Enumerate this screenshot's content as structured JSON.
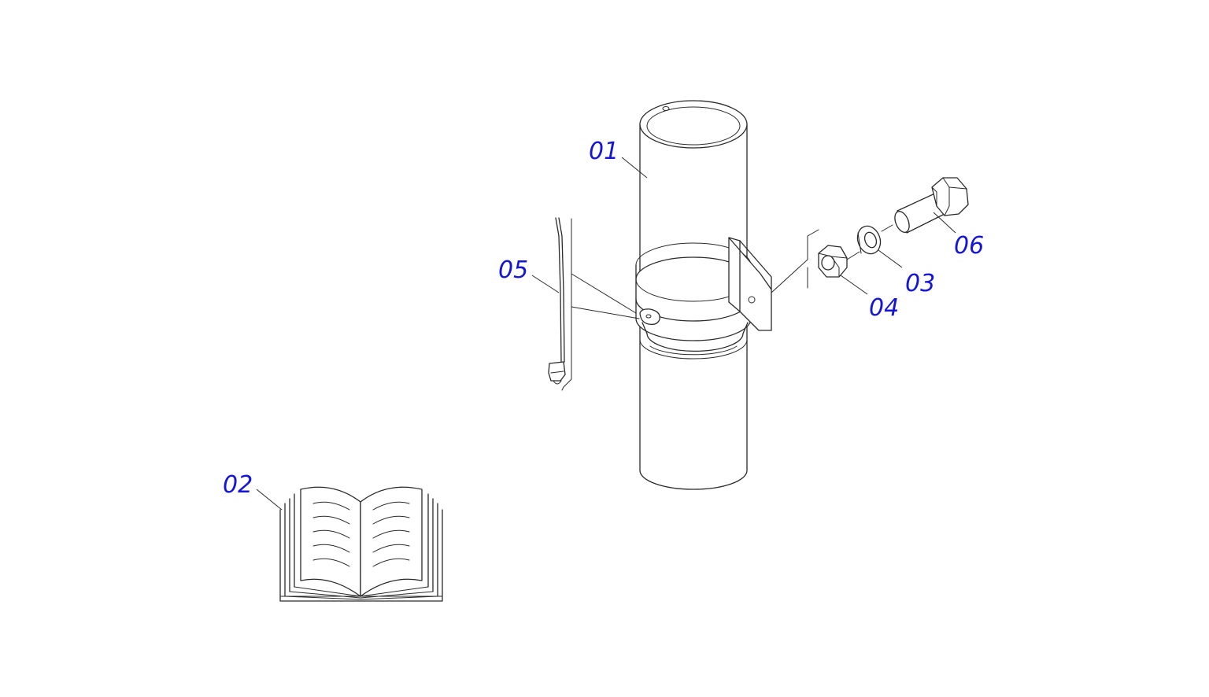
{
  "diagram": {
    "callouts": {
      "c01": "01",
      "c02": "02",
      "c03": "03",
      "c04": "04",
      "c05": "05",
      "c06": "06"
    },
    "colors": {
      "callout_text": "#1515d8",
      "line": "#2a2a2a",
      "background": "#ffffff"
    }
  }
}
